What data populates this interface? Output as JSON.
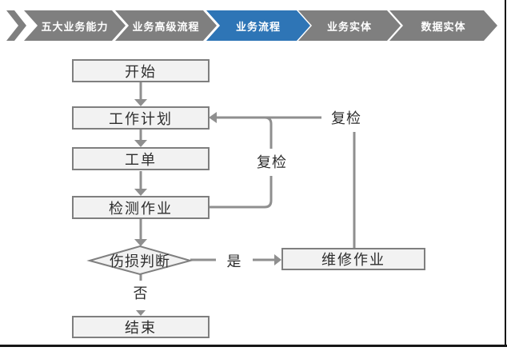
{
  "breadcrumb": {
    "steps": [
      {
        "label": "五大业务能力"
      },
      {
        "label": "业务高级流程"
      },
      {
        "label": "业务流程"
      },
      {
        "label": "业务实体"
      },
      {
        "label": "数据实体"
      }
    ],
    "active_step": "业务流程",
    "colors": {
      "inactive": "#7f7f7f",
      "active": "#2e75b6",
      "text": "#ffffff"
    }
  },
  "flowchart": {
    "nodes": {
      "start": "开始",
      "work_plan": "工作计划",
      "work_order": "工单",
      "inspection": "检测作业",
      "damage_decision": "伤损判断",
      "repair": "维修作业",
      "end": "结束"
    },
    "edge_labels": {
      "recheck_inner": "复检",
      "recheck_outer": "复检",
      "yes": "是",
      "no": "否"
    },
    "colors": {
      "node_fill": "#f2f2f2",
      "node_border": "#7f7f7f",
      "connector": "#8f8f8f",
      "text": "#2d2d2d"
    }
  }
}
